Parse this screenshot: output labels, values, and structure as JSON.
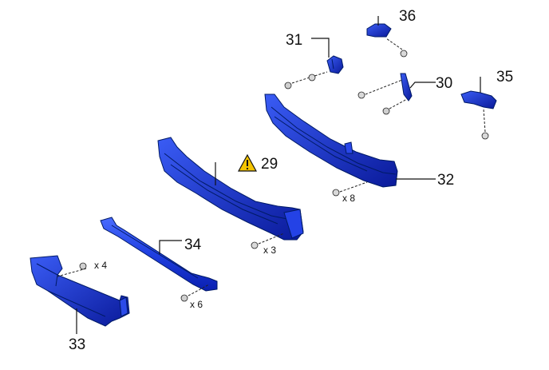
{
  "callouts": {
    "c29": "29",
    "c30": "30",
    "c31": "31",
    "c32": "32",
    "c33": "33",
    "c34": "34",
    "c35": "35",
    "c36": "36"
  },
  "quantities": {
    "q4": "x 4",
    "q6": "x 6",
    "q3": "x 3",
    "q8": "x 8"
  },
  "icons": {
    "warning": "warning-triangle-icon"
  },
  "colors": {
    "part_dark": "#0a1fb0",
    "part_mid": "#1f3fe0",
    "part_light": "#4a6cff",
    "warning_fill": "#f5c400"
  }
}
